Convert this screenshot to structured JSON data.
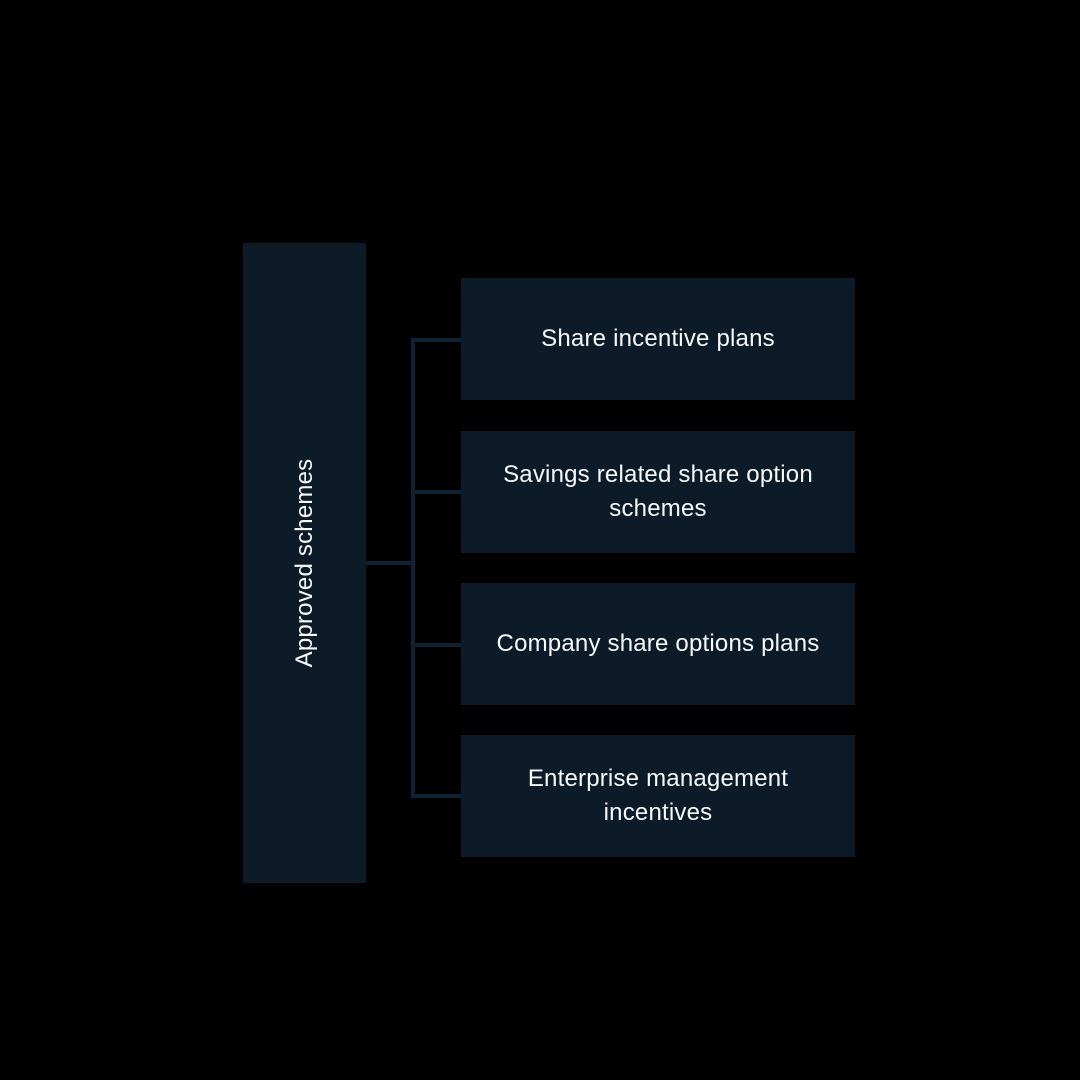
{
  "colors": {
    "background": "#000000",
    "node_fill": "#0d1b29",
    "connector_line": "#0f2233",
    "text": "#f7f9fb"
  },
  "chart": {
    "type": "tree-diagram",
    "orientation": "left-to-right",
    "root": {
      "label": "Approved schemes"
    },
    "children": [
      {
        "label": "Share incentive plans"
      },
      {
        "label": "Savings related share option schemes"
      },
      {
        "label": "Company share options plans"
      },
      {
        "label": "Enterprise management incentives"
      }
    ]
  }
}
